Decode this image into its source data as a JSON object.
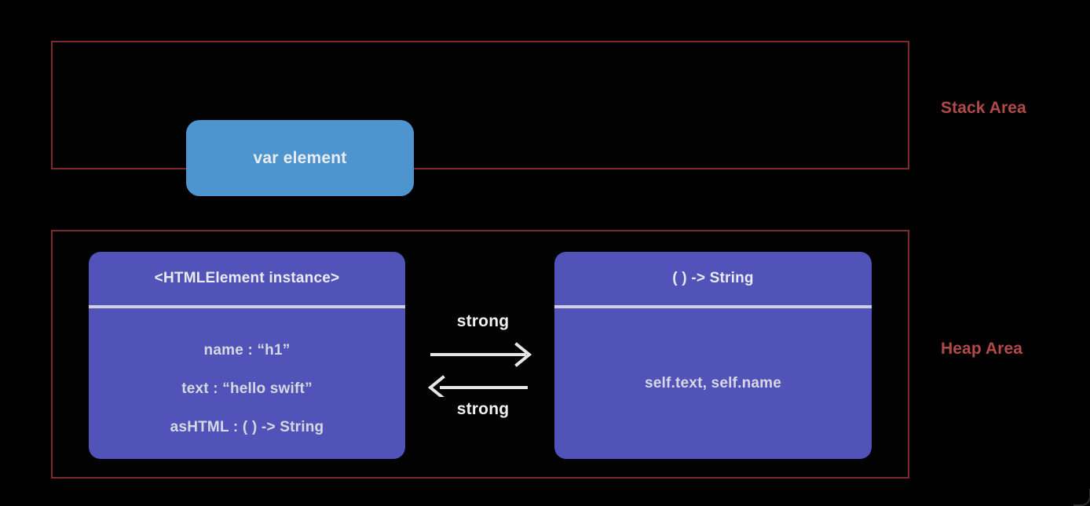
{
  "diagram": {
    "background_color": "#000000",
    "regions": [
      {
        "id": "stack",
        "label": "Stack Area",
        "border_color": "#7a2b2b",
        "label_color": "#b34a4a"
      },
      {
        "id": "heap",
        "label": "Heap Area",
        "border_color": "#7a2b2b",
        "label_color": "#b34a4a"
      }
    ],
    "stack": {
      "variable_box": {
        "label": "var element",
        "fill_color": "#4e94cf",
        "text_color": "#e8edf2"
      }
    },
    "heap": {
      "objects": [
        {
          "id": "instance",
          "header": "<HTMLElement instance>",
          "fill_color": "#5153b8",
          "divider_color": "#ced0e0",
          "properties": [
            "name : “h1”",
            "text : “hello swift”",
            "asHTML : ( ) -> String"
          ]
        },
        {
          "id": "closure",
          "header": "( ) -> String",
          "fill_color": "#5153b8",
          "divider_color": "#ced0e0",
          "properties": [
            "self.text,  self.name"
          ]
        }
      ]
    },
    "references": {
      "color": "#f0f0f0",
      "forward": {
        "label": "strong",
        "direction": "right"
      },
      "backward": {
        "label": "strong",
        "direction": "left"
      }
    }
  }
}
